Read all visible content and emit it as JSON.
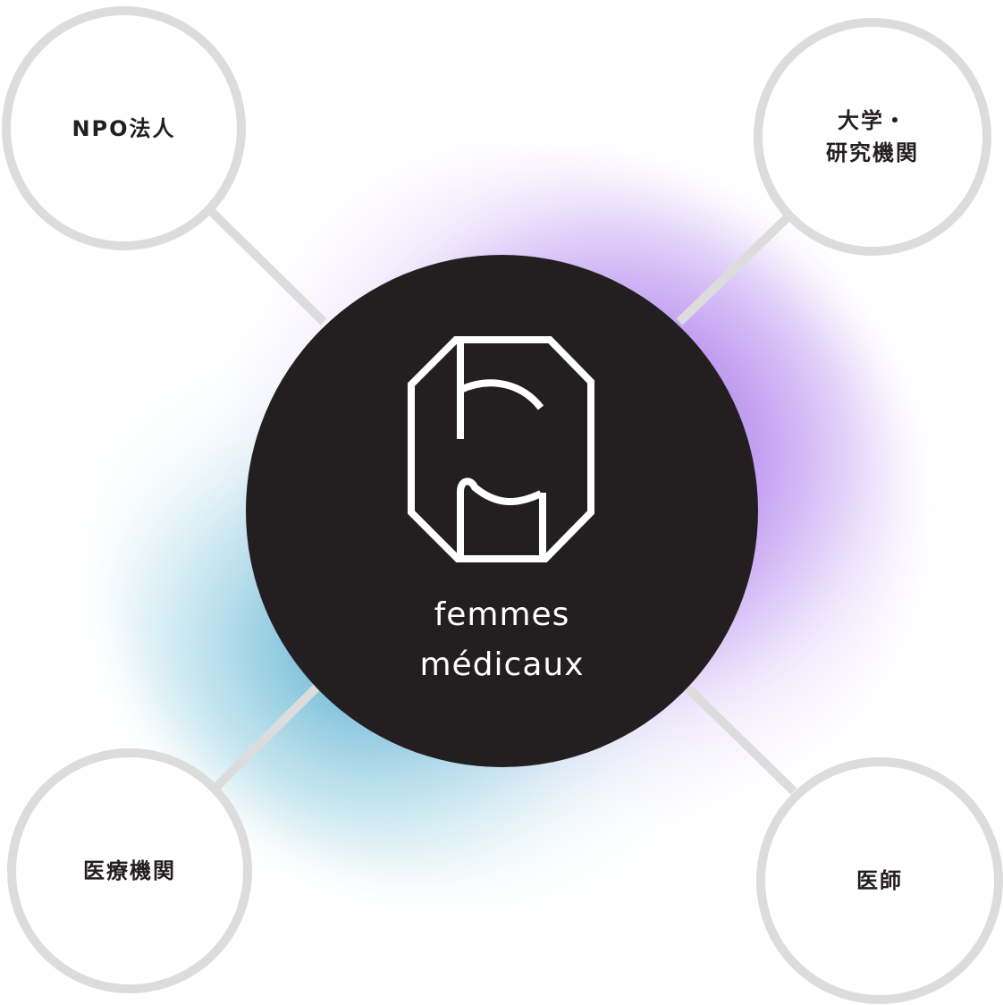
{
  "hub": {
    "name_line1": "femmes",
    "name_line2": "médicaux",
    "logo_icon": "femmes-medicaux-logo-icon"
  },
  "nodes": {
    "npo": {
      "label": "NPO法人"
    },
    "university": {
      "label": "大学・\n研究機関"
    },
    "hospital": {
      "label": "医療機関"
    },
    "doctor": {
      "label": "医師"
    }
  },
  "colors": {
    "hub": "#231f20",
    "node_border": "#dcdcdc",
    "connector": "#dcdcdc",
    "glow_purple": "#8c50e1",
    "glow_teal": "#3ca0c8",
    "label_text": "#231f20"
  }
}
